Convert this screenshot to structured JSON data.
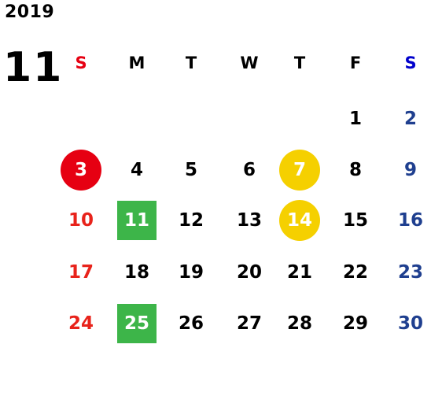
{
  "calendar": {
    "year": "2019",
    "month": "11",
    "weekdays": [
      {
        "label": "S",
        "color": "#e60012"
      },
      {
        "label": "M",
        "color": "#000000"
      },
      {
        "label": "T",
        "color": "#000000"
      },
      {
        "label": "W",
        "color": "#000000"
      },
      {
        "label": "T",
        "color": "#000000"
      },
      {
        "label": "F",
        "color": "#000000"
      },
      {
        "label": "S",
        "color": "#0000cc"
      }
    ],
    "weeks": [
      [
        "",
        "",
        "",
        "",
        "",
        "1",
        "2"
      ],
      [
        "3",
        "4",
        "5",
        "6",
        "7",
        "8",
        "9"
      ],
      [
        "10",
        "11",
        "12",
        "13",
        "14",
        "15",
        "16"
      ],
      [
        "17",
        "18",
        "19",
        "20",
        "21",
        "22",
        "23"
      ],
      [
        "24",
        "25",
        "26",
        "27",
        "28",
        "29",
        "30"
      ]
    ],
    "highlights": {
      "3": "red-circle",
      "7": "yellow-circle",
      "14": "yellow-circle",
      "11": "green-square",
      "25": "green-square"
    },
    "colors": {
      "sunday": "#e8231b",
      "saturday": "#1f3f8f",
      "weekday": "#000000",
      "red_circle": "#e60012",
      "yellow_circle": "#f5d000",
      "green_square": "#3db549"
    }
  }
}
